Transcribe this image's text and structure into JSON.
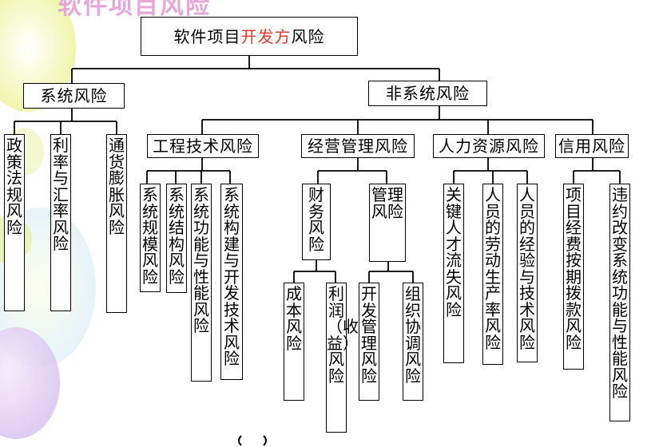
{
  "slide": {
    "heading": "软件项目风险"
  },
  "root": {
    "prefix": "软件项目",
    "highlight": "开发方",
    "suffix": "风险"
  },
  "level1": {
    "systematic": "系统风险",
    "nonsystematic": "非系统风险"
  },
  "systematic_items": [
    "政策法规风险",
    "利率与汇率风险",
    "通货膨胀风险"
  ],
  "nonsystematic_groups": [
    "工程技术风险",
    "经营管理风险",
    "人力资源风险",
    "信用风险"
  ],
  "engineering_items": [
    "系统规模风险",
    "系统结构风险",
    "系统功能与性能风险",
    "系统构建与开发技术风险"
  ],
  "management": {
    "finance": "财务风险",
    "admin": "管理风险",
    "finance_items": [
      "成本风险",
      "利润（收益）风险"
    ],
    "admin_items": [
      "开发管理风险",
      "组织协调风险"
    ]
  },
  "hr_items": [
    "关键人才流失风险",
    "人员的劳动生产率风险",
    "人员的经验与技术风险"
  ],
  "credit_items": [
    "项目经费按期拨款风险",
    "违约改变系统功能与性能风险"
  ],
  "colors": {
    "highlight": "#e23b2a",
    "heading": "#e6a7d7",
    "line": "#000000"
  }
}
